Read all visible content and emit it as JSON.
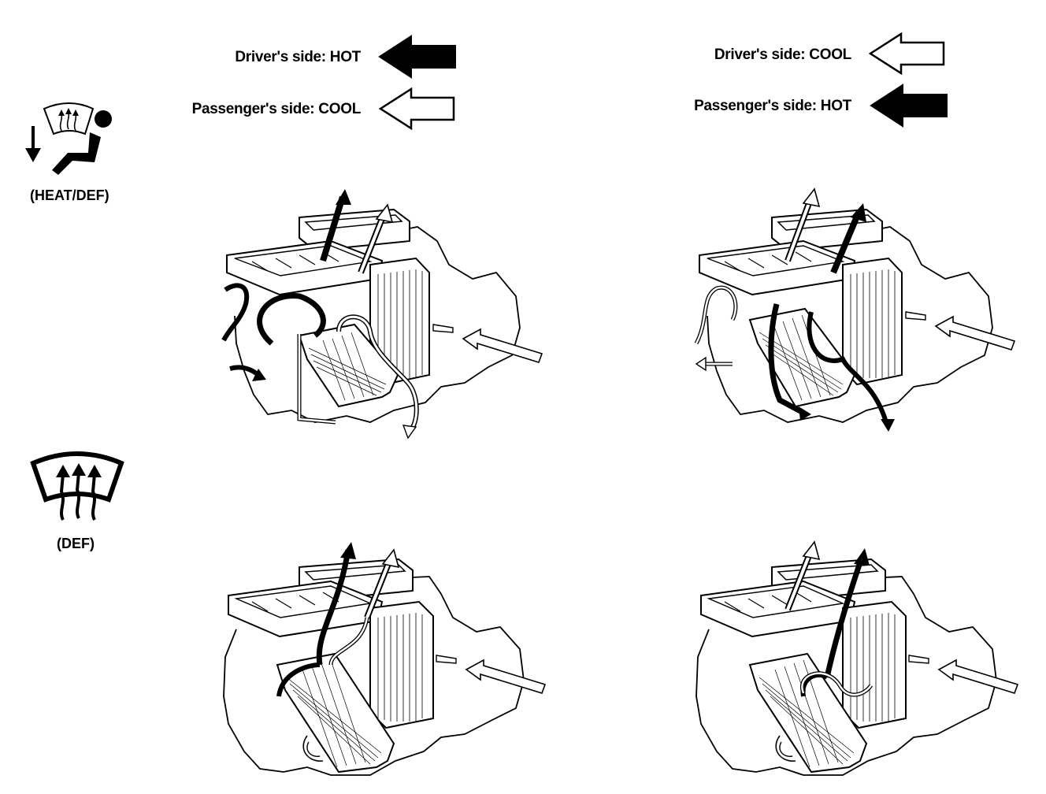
{
  "legend_left": {
    "driver_label": "Driver's side: HOT",
    "driver_arrow": "solid-arrow",
    "passenger_label": "Passenger's side: COOL",
    "passenger_arrow": "hollow-arrow"
  },
  "legend_right": {
    "driver_label": "Driver's side: COOL",
    "driver_arrow": "hollow-arrow",
    "passenger_label": "Passenger's side: HOT",
    "passenger_arrow": "solid-arrow"
  },
  "modes": [
    {
      "caption": "(HEAT/DEF)",
      "icon": "heat-def-mode-icon"
    },
    {
      "caption": "(DEF)",
      "icon": "defrost-mode-icon"
    }
  ],
  "colors": {
    "hot": "#000000",
    "cool": "#ffffff",
    "line": "#000000"
  }
}
